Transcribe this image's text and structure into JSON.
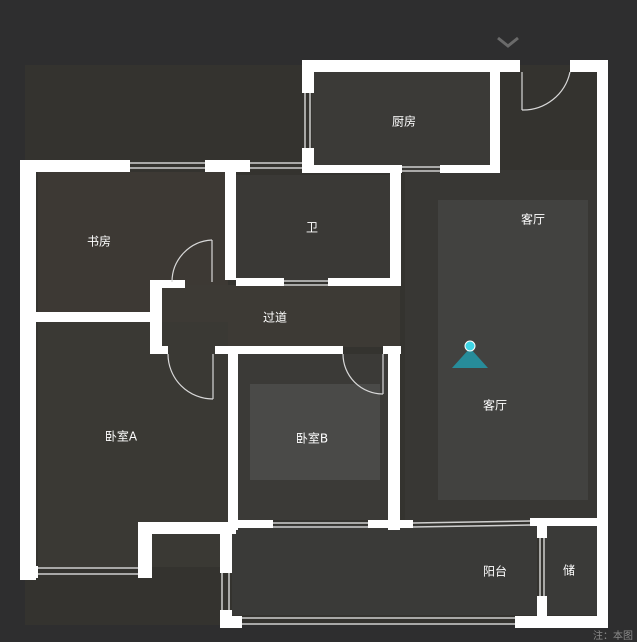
{
  "rooms": {
    "kitchen": "厨房",
    "living_top": "客厅",
    "bath": "卫",
    "study": "书房",
    "hallway": "过道",
    "living_main": "客厅",
    "bedroom_a": "卧室A",
    "bedroom_b": "卧室B",
    "balcony": "阳台",
    "storage": "储"
  },
  "footnote": "注：本图",
  "colors": {
    "wall": "#ffffff",
    "floor": "#3a3936",
    "marker": "#3fd6e6"
  }
}
